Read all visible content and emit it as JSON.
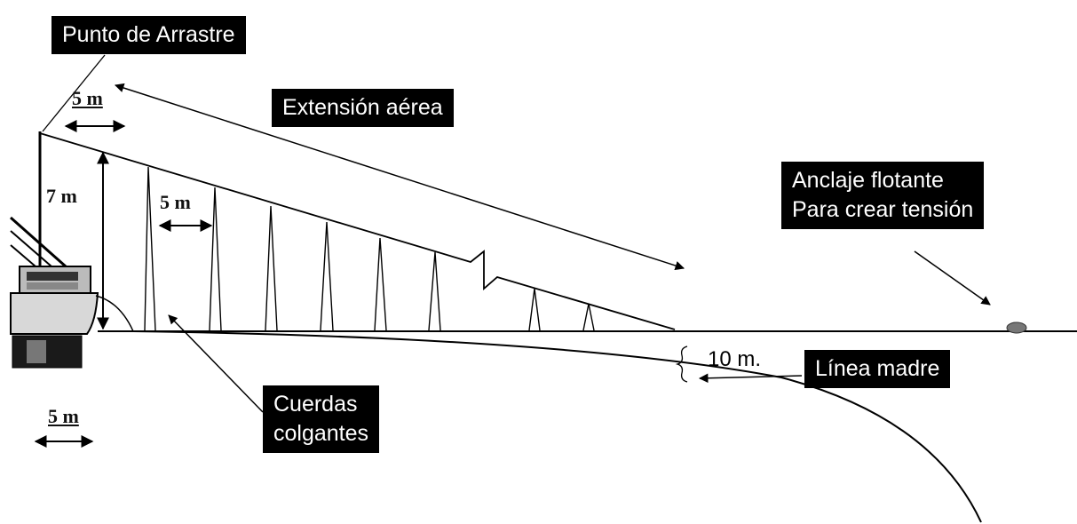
{
  "labels": {
    "punto_arrastre": "Punto de Arrastre",
    "extension_aerea": "Extensión aérea",
    "anclaje_line1": "Anclaje flotante",
    "anclaje_line2": "Para crear tensión",
    "cuerdas_line1": "Cuerdas",
    "cuerdas_line2": "colgantes",
    "linea_madre": "Línea madre"
  },
  "dimensions": {
    "top_spacing": "5 m",
    "mast_height": "7 m",
    "rope_spacing": "5 m",
    "scale_bottom": "5 m",
    "depth": "10 m."
  },
  "colors": {
    "background": "#ffffff",
    "ink": "#000000",
    "label_box": "#000000",
    "label_text": "#ffffff"
  }
}
